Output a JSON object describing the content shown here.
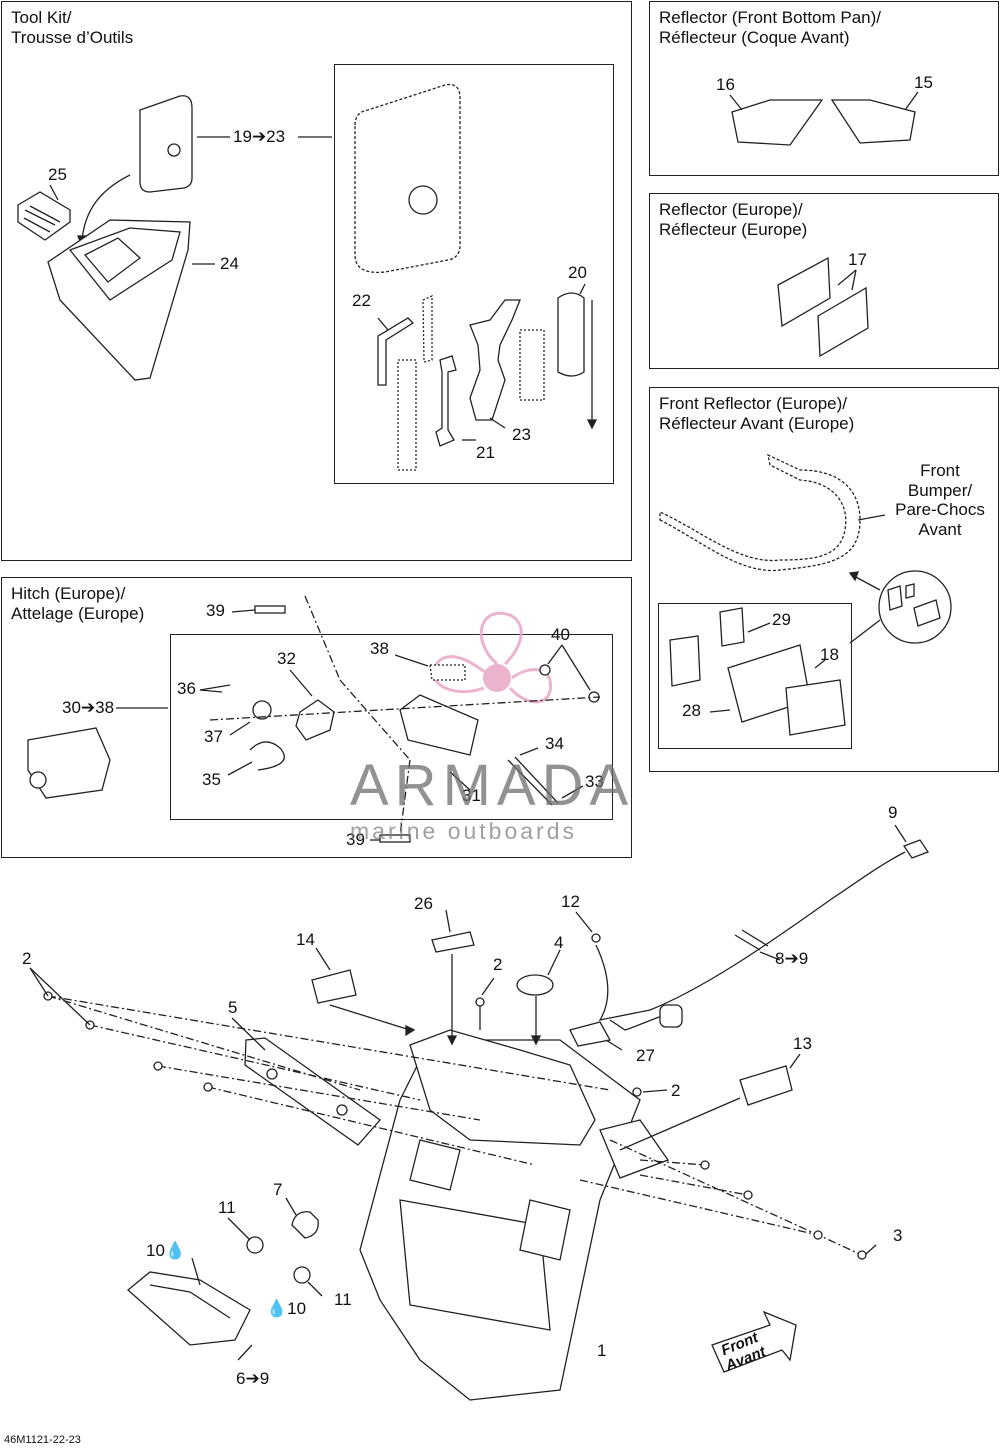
{
  "panels": {
    "tool_kit": {
      "title": "Tool Kit/\nTrousse d’Outils"
    },
    "reflector_front_bottom": {
      "title": "Reflector (Front Bottom Pan)/\nRéflecteur (Coque Avant)"
    },
    "reflector_europe": {
      "title": "Reflector (Europe)/\nRéflecteur (Europe)"
    },
    "front_reflector_europe": {
      "title": "Front Reflector (Europe)/\nRéflecteur Avant (Europe)"
    },
    "hitch_europe": {
      "title": "Hitch (Europe)/\nAttelage (Europe)"
    }
  },
  "front_bumper_label": "Front\nBumper/\nPare-Chocs\nAvant",
  "callouts": {
    "tool_kit": [
      "19➔23",
      "25",
      "24",
      "22",
      "20",
      "21",
      "23"
    ],
    "reflector_front_bottom": [
      "16",
      "15"
    ],
    "reflector_europe": [
      "17"
    ],
    "front_reflector_europe": [
      "29",
      "18",
      "28"
    ],
    "hitch_europe": [
      "39",
      "40",
      "38",
      "32",
      "36",
      "30➔38",
      "37",
      "35",
      "34",
      "31",
      "33",
      "39"
    ],
    "main": [
      "9",
      "26",
      "12",
      "14",
      "4",
      "8➔9",
      "2",
      "2",
      "5",
      "27",
      "13",
      "2",
      "7",
      "11",
      "10",
      "11",
      "10",
      "3",
      "1",
      "6➔9"
    ]
  },
  "front_arrow_label": "Front\nAvant",
  "watermark": {
    "title": "ARMADA",
    "subtitle": "marine outboards"
  },
  "figure_code": "46M1121-22-23",
  "colors": {
    "line": "#222222",
    "watermark_pink": "#e8a6c6",
    "watermark_gray": "#7a7a7a"
  }
}
